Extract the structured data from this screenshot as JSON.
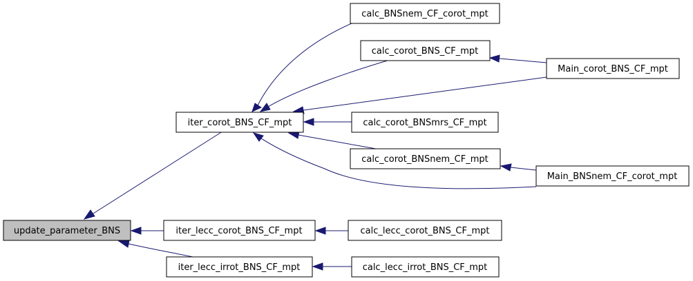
{
  "graph": {
    "nodes": {
      "update_parameter_BNS": "update_parameter_BNS",
      "iter_corot_BNS_CF_mpt": "iter_corot_BNS_CF_mpt",
      "iter_lecc_corot_BNS_CF_mpt": "iter_lecc_corot_BNS_CF_mpt",
      "iter_lecc_irrot_BNS_CF_mpt": "iter_lecc_irrot_BNS_CF_mpt",
      "calc_BNSnem_CF_corot_mpt": "calc_BNSnem_CF_corot_mpt",
      "calc_corot_BNS_CF_mpt": "calc_corot_BNS_CF_mpt",
      "calc_corot_BNSmrs_CF_mpt": "calc_corot_BNSmrs_CF_mpt",
      "calc_corot_BNSnem_CF_mpt": "calc_corot_BNSnem_CF_mpt",
      "calc_lecc_corot_BNS_CF_mpt": "calc_lecc_corot_BNS_CF_mpt",
      "calc_lecc_irrot_BNS_CF_mpt": "calc_lecc_irrot_BNS_CF_mpt",
      "Main_corot_BNS_CF_mpt": "Main_corot_BNS_CF_mpt",
      "Main_BNSnem_CF_corot_mpt": "Main_BNSnem_CF_corot_mpt"
    },
    "edges": [
      {
        "from": "iter_corot_BNS_CF_mpt",
        "to": "update_parameter_BNS"
      },
      {
        "from": "iter_lecc_corot_BNS_CF_mpt",
        "to": "update_parameter_BNS"
      },
      {
        "from": "iter_lecc_irrot_BNS_CF_mpt",
        "to": "update_parameter_BNS"
      },
      {
        "from": "calc_BNSnem_CF_corot_mpt",
        "to": "iter_corot_BNS_CF_mpt"
      },
      {
        "from": "calc_corot_BNS_CF_mpt",
        "to": "iter_corot_BNS_CF_mpt"
      },
      {
        "from": "Main_corot_BNS_CF_mpt",
        "to": "iter_corot_BNS_CF_mpt"
      },
      {
        "from": "calc_corot_BNSmrs_CF_mpt",
        "to": "iter_corot_BNS_CF_mpt"
      },
      {
        "from": "calc_corot_BNSnem_CF_mpt",
        "to": "iter_corot_BNS_CF_mpt"
      },
      {
        "from": "Main_BNSnem_CF_corot_mpt",
        "to": "iter_corot_BNS_CF_mpt"
      },
      {
        "from": "Main_corot_BNS_CF_mpt",
        "to": "calc_corot_BNS_CF_mpt"
      },
      {
        "from": "Main_BNSnem_CF_corot_mpt",
        "to": "calc_corot_BNSnem_CF_mpt"
      },
      {
        "from": "calc_lecc_corot_BNS_CF_mpt",
        "to": "iter_lecc_corot_BNS_CF_mpt"
      },
      {
        "from": "calc_lecc_irrot_BNS_CF_mpt",
        "to": "iter_lecc_irrot_BNS_CF_mpt"
      }
    ],
    "colors": {
      "edge": "#191970",
      "root_fill": "#bfbfbf",
      "node_fill": "#ffffff",
      "node_border": "#000000"
    }
  }
}
